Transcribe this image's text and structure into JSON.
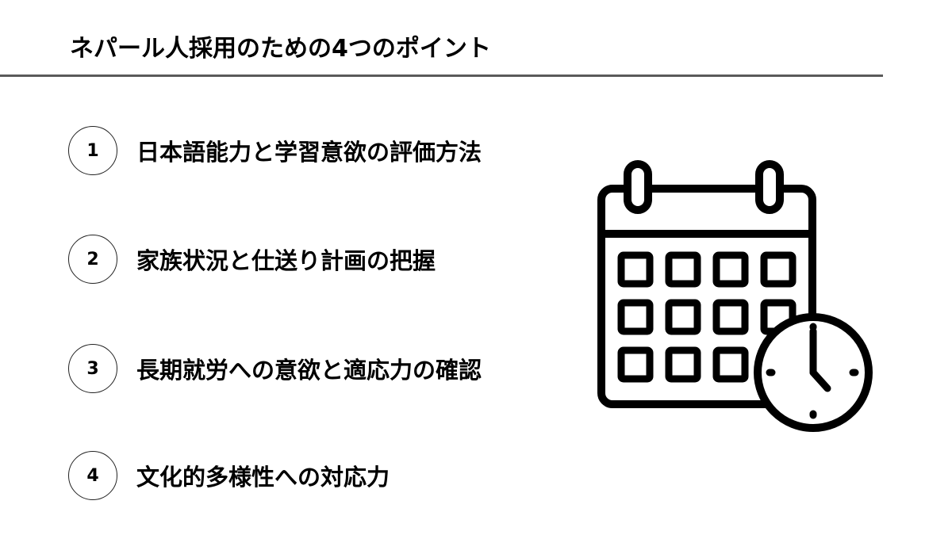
{
  "title": "ネパール人採用のための4つのポイント",
  "points": [
    {
      "number": "1",
      "label": "日本語能力と学習意欲の評価方法"
    },
    {
      "number": "2",
      "label": "家族状況と仕送り計画の把握"
    },
    {
      "number": "3",
      "label": "長期就労への意欲と適応力の確認"
    },
    {
      "number": "4",
      "label": "文化的多様性への対応力"
    }
  ],
  "illustration": {
    "icon": "calendar-clock-icon"
  }
}
